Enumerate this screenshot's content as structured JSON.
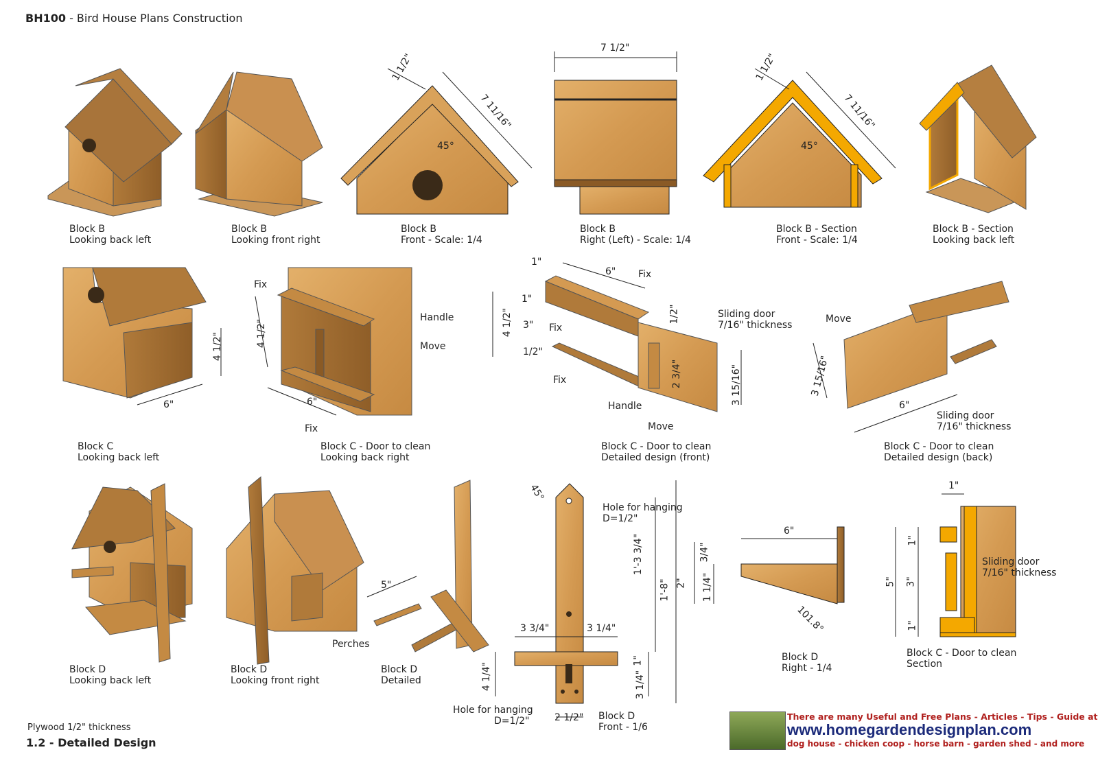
{
  "header": {
    "code": "BH100",
    "title": " - Bird House Plans Construction"
  },
  "colors": {
    "wood_light": "#d9a25a",
    "wood_mid": "#c48a43",
    "wood_dark": "#8a5a25",
    "roof": "#b07a3a",
    "section_yellow": "#f4a800",
    "ad_red": "#b0201e",
    "ad_blue": "#1b2a7a"
  },
  "captions": [
    {
      "l1": "Block B",
      "l2": "Looking back left"
    },
    {
      "l1": "Block B",
      "l2": "Looking front right"
    },
    {
      "l1": "Block B",
      "l2": "Front - Scale: 1/4"
    },
    {
      "l1": "Block B",
      "l2": "Right (Left) - Scale: 1/4"
    },
    {
      "l1": "Block B - Section",
      "l2": "Front - Scale: 1/4"
    },
    {
      "l1": "Block B - Section",
      "l2": "Looking back left"
    },
    {
      "l1": "Block C",
      "l2": "Looking back left"
    },
    {
      "l1": "Block C - Door to clean",
      "l2": "Looking back right"
    },
    {
      "l1": "Block C - Door to clean",
      "l2": "Detailed design (front)"
    },
    {
      "l1": "Block C - Door to clean",
      "l2": "Detailed design (back)"
    },
    {
      "l1": "Block D",
      "l2": "Looking back left"
    },
    {
      "l1": "Block D",
      "l2": "Looking front right"
    },
    {
      "l1": "Block D",
      "l2": "Detailed"
    },
    {
      "l1": "Block D",
      "l2": "Front - 1/6"
    },
    {
      "l1": "Block D",
      "l2": "Right - 1/4"
    },
    {
      "l1": "Block C - Door to clean",
      "l2": "Section"
    }
  ],
  "dims": {
    "b_front_top": "1 1/2\"",
    "b_front_side": "7 11/16\"",
    "b_angle": "45°",
    "b_right_width": "7 1/2\"",
    "c_height": "4 1/2\"",
    "c_width": "6\"",
    "c2_height": "4 1/2\"",
    "c2_width": "6\"",
    "cf_1": "1\"",
    "cf_6": "6\"",
    "cf_1b": "1\"",
    "cf_412": "4 1/2\"",
    "cf_3": "3\"",
    "cf_12": "1/2\"",
    "cf_12b": "1/2\"",
    "cf_234": "2 3/4\"",
    "cf_31516": "3 15/16\"",
    "cb_31516": "3 15/16\"",
    "cb_6": "6\"",
    "d_perch": "5\"",
    "df_45": "45°",
    "df_1334": "1'-3 3/4\"",
    "df_18": "1'-8\"",
    "df_334": "3 3/4\"",
    "df_314": "3 1/4\"",
    "df_414": "4 1/4\"",
    "df_1": "1\"",
    "df_314b": "3 1/4\"",
    "df_212": "2 1/2\"",
    "dr_6": "6\"",
    "dr_34": "3/4\"",
    "dr_2": "2\"",
    "dr_114": "1 1/4\"",
    "dr_angle": "101.8°",
    "cs_1top": "1\"",
    "cs_5": "5\"",
    "cs_1a": "1\"",
    "cs_3": "3\"",
    "cs_1b": "1\""
  },
  "callouts": {
    "fix": "Fix",
    "handle": "Handle",
    "move": "Move",
    "sliding1": "Sliding door",
    "sliding2": "7/16\" thickness",
    "hole1": "Hole for hanging",
    "hole2": "D=1/2\"",
    "perches": "Perches"
  },
  "footer": {
    "plywood": "Plywood 1/2\" thickness",
    "section": "1.2 - Detailed Design"
  },
  "ad": {
    "line1": "There are many Useful and Free Plans - Articles - Tips - Guide at:",
    "line2": "www.homegardendesignplan.com",
    "line3": "dog house - chicken coop - horse barn - garden shed - and more"
  }
}
